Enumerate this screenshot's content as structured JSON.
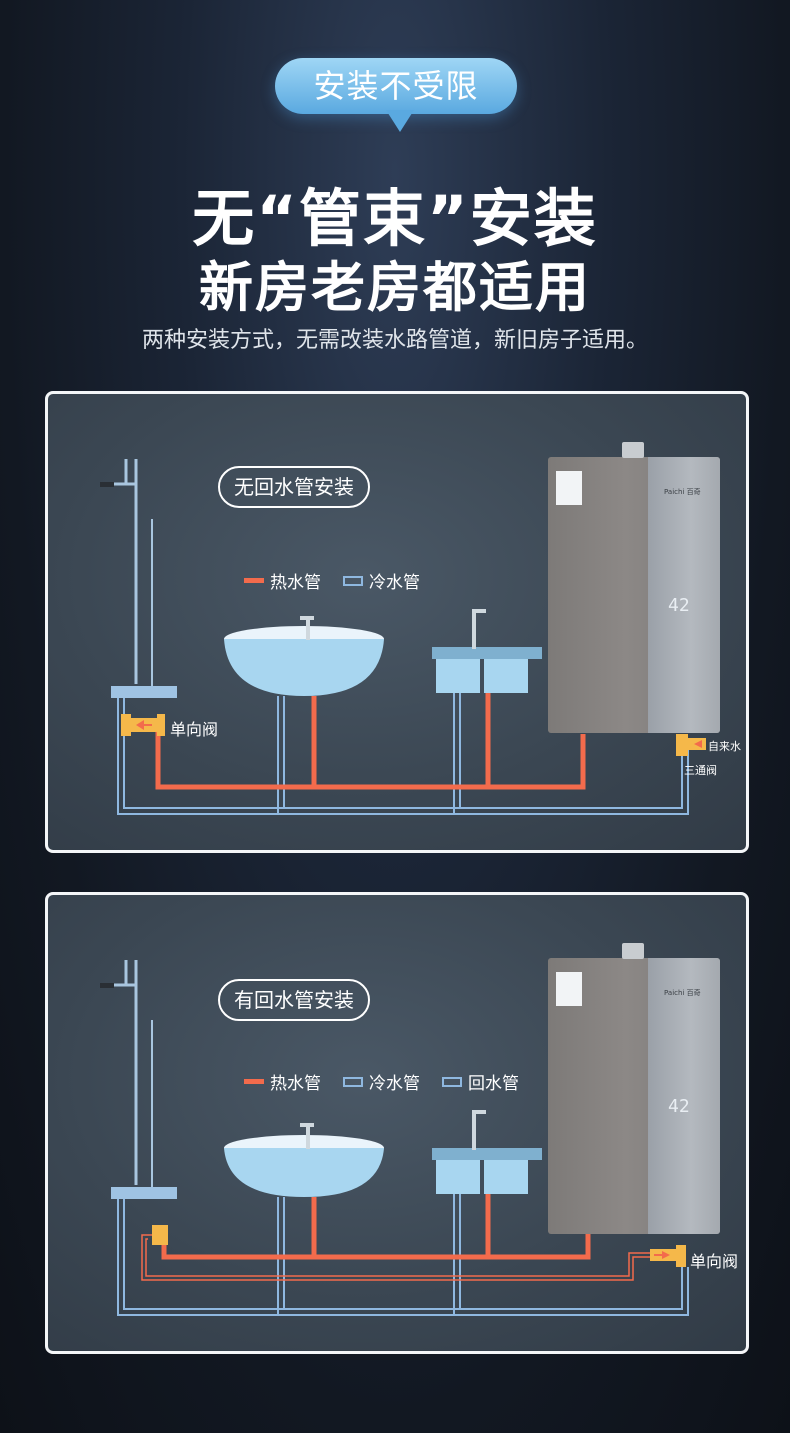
{
  "header": {
    "badge": "安装不受限",
    "title_line1": "无“管束”安装",
    "title_line2": "新房老房都适用",
    "subtitle": "两种安装方式，无需改装水路管道，新旧房子适用。"
  },
  "panel1": {
    "tag": "无回水管安装",
    "legend": {
      "hot": "热水管",
      "cold": "冷水管"
    },
    "check_valve": "单向阀",
    "tap_water": "自来水",
    "three_way_valve": "三通阀",
    "heater_display": "42",
    "heater_brand": "Paichi 百奇"
  },
  "panel2": {
    "tag": "有回水管安装",
    "legend": {
      "hot": "热水管",
      "cold": "冷水管",
      "return": "回水管"
    },
    "check_valve": "单向阀",
    "heater_display": "42",
    "heater_brand": "Paichi 百奇"
  },
  "colors": {
    "hot_pipe": "#f36b4c",
    "cold_pipe": "#8fb8e0",
    "badge": "#5aa9e0",
    "valve": "#f5b84a"
  }
}
